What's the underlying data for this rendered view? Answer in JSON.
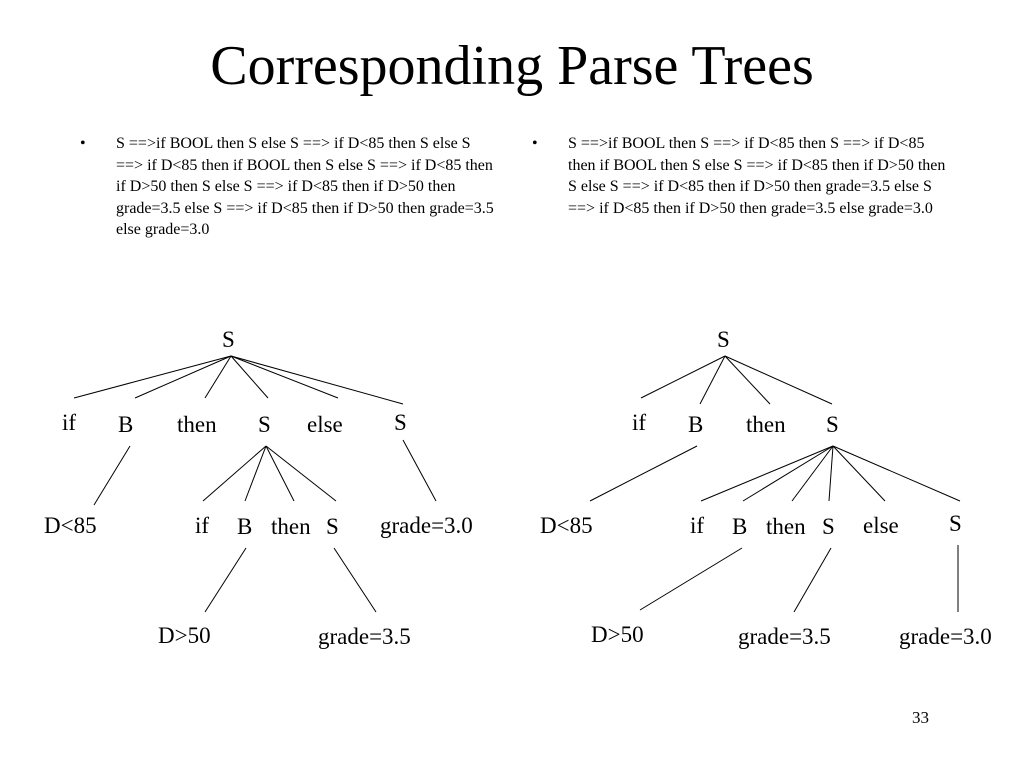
{
  "slide": {
    "title": "Corresponding Parse Trees",
    "page_number": "33"
  },
  "bullets": {
    "left": {
      "marker": "•",
      "text": "S ==>if BOOL then S else S ==> if D<85 then S else S ==> if D<85 then if BOOL then S else S ==> if D<85 then if D>50 then S else S ==> if D<85 then if D>50 then grade=3.5 else S ==> if D<85 then if D>50 then grade=3.5 else grade=3.0"
    },
    "right": {
      "marker": "•",
      "text": "S ==>if BOOL then S ==> if D<85 then S ==> if D<85 then if BOOL then S else S ==> if D<85 then if D>50 then S else S ==> if D<85 then if D>50 then grade=3.5 else S ==> if D<85 then if D>50 then grade=3.5 else grade=3.0"
    }
  },
  "tree_left": {
    "root": "S",
    "l1": [
      "if",
      "B",
      "then",
      "S",
      "else",
      "S"
    ],
    "l2": [
      "D<85",
      "if",
      "B",
      "then",
      "S",
      "grade=3.0"
    ],
    "l3": [
      "D>50",
      "grade=3.5"
    ]
  },
  "tree_right": {
    "root": "S",
    "l1": [
      "if",
      "B",
      "then",
      "S"
    ],
    "l2": [
      "D<85",
      "if",
      "B",
      "then",
      "S",
      "else",
      "S"
    ],
    "l3": [
      "D>50",
      "grade=3.5",
      "grade=3.0"
    ]
  }
}
